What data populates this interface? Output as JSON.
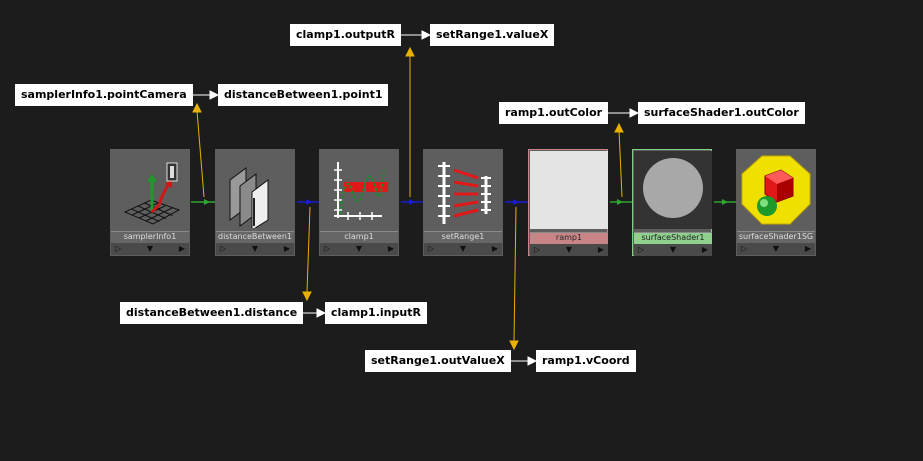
{
  "nodes": [
    {
      "name": "samplerInfo1"
    },
    {
      "name": "distanceBetween1"
    },
    {
      "name": "clamp1"
    },
    {
      "name": "setRange1"
    },
    {
      "name": "ramp1"
    },
    {
      "name": "surfaceShader1"
    },
    {
      "name": "surfaceShader1SG"
    }
  ],
  "ports": {
    "in": "▷",
    "mid": "▼",
    "out": "▶"
  },
  "connections": [
    {
      "from": "samplerInfo1.pointCamera",
      "to": "distanceBetween1.point1"
    },
    {
      "from": "distanceBetween1.distance",
      "to": "clamp1.inputR"
    },
    {
      "from": "clamp1.outputR",
      "to": "setRange1.valueX"
    },
    {
      "from": "setRange1.outValueX",
      "to": "ramp1.vCoord"
    },
    {
      "from": "ramp1.outColor",
      "to": "surfaceShader1.outColor"
    }
  ],
  "colors": {
    "background": "#1c1c1c",
    "wire_green": "#2fa62f",
    "wire_blue": "#1b1bd8",
    "annotation_arrow": "#e8b100",
    "selected_header": "#8fd08f",
    "ramp_header": "#c98585"
  }
}
